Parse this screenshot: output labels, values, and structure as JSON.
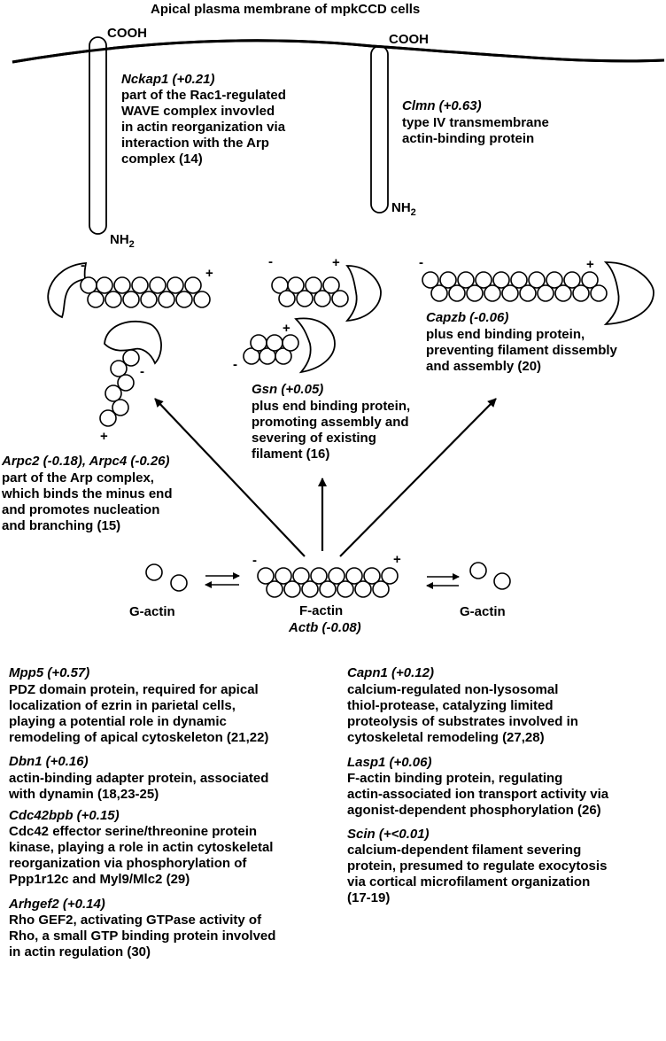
{
  "title": "Apical plasma membrane of mpkCCD cells",
  "membrane": {
    "cooh": "COOH",
    "nh": "NH",
    "sub": "2"
  },
  "proteins": {
    "nckap1": {
      "name": "Nckap1 (+0.21)",
      "lines": [
        "part of the Rac1-regulated",
        "WAVE complex invovled",
        "in actin reorganization via",
        "interaction with the Arp",
        "complex (14)"
      ]
    },
    "clmn": {
      "name": "Clmn (+0.63)",
      "lines": [
        "type IV transmembrane",
        "actin-binding protein"
      ]
    },
    "capzb": {
      "name": "Capzb (-0.06)",
      "lines": [
        "plus end binding protein,",
        "preventing filament dissembly",
        "and assembly (20)"
      ]
    },
    "gsn": {
      "name": "Gsn (+0.05)",
      "lines": [
        "plus end binding protein,",
        "promoting assembly and",
        "severing of existing",
        "filament (16)"
      ]
    },
    "arpc": {
      "name": "Arpc2 (-0.18), Arpc4 (-0.26)",
      "lines": [
        "part of the Arp complex,",
        "which binds the minus end",
        "and promotes nucleation",
        "and branching (15)"
      ]
    }
  },
  "actin": {
    "g_left": "G-actin",
    "f_actin": "F-actin",
    "g_right": "G-actin",
    "actb": "Actb (-0.08)",
    "plus": "+",
    "minus": "-"
  },
  "left_column": [
    {
      "name": "Mpp5 (+0.57)",
      "lines": [
        "PDZ domain protein, required for apical",
        "localization of ezrin in parietal cells,",
        "playing a potential role in dynamic",
        "remodeling of apical cytoskeleton (21,22)"
      ]
    },
    {
      "name": "Dbn1 (+0.16)",
      "lines": [
        "actin-binding adapter protein, associated",
        "with dynamin (18,23-25)"
      ]
    },
    {
      "name": "Cdc42bpb (+0.15)",
      "lines": [
        "Cdc42 effector serine/threonine protein",
        "kinase, playing a role in actin cytoskeletal",
        "reorganization via phosphorylation of",
        "Ppp1r12c and Myl9/Mlc2 (29)"
      ]
    },
    {
      "name": "Arhgef2 (+0.14)",
      "lines": [
        "Rho GEF2, activating GTPase activity of",
        "Rho, a small GTP binding protein involved",
        "in actin regulation (30)"
      ]
    }
  ],
  "right_column": [
    {
      "name": "Capn1 (+0.12)",
      "lines": [
        "calcium-regulated non-lysosomal",
        "thiol-protease, catalyzing limited",
        "proteolysis of substrates involved in",
        "cytoskeletal remodeling (27,28)"
      ]
    },
    {
      "name": "Lasp1 (+0.06)",
      "lines": [
        "F-actin binding protein, regulating",
        "actin-associated ion transport activity via",
        "agonist-dependent phosphorylation (26)"
      ]
    },
    {
      "name": "Scin (+<0.01)",
      "lines": [
        "calcium-dependent filament severing",
        "protein, presumed to regulate exocytosis",
        "via cortical microfilament organization",
        "(17-19)"
      ]
    }
  ]
}
